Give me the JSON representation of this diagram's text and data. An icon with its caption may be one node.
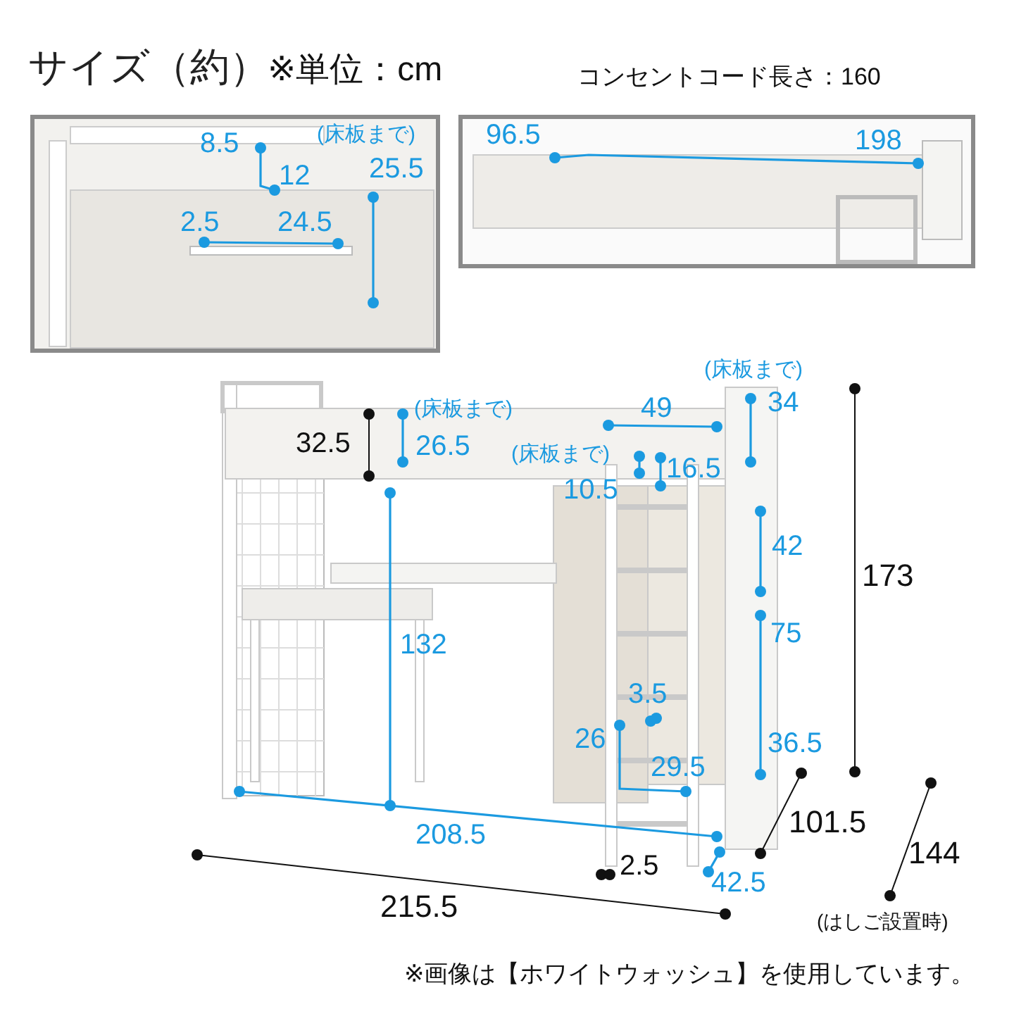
{
  "diagram": {
    "title": "サイズ（約）",
    "caption": "※画像は【ホワイトウォッシュ】を使用しています。",
    "labels": [
      "※単位：cm",
      "コンセントコード長さ：160",
      "8.5",
      "(床板まで)",
      "12",
      "25.5",
      "2.5",
      "24.5",
      "96.5",
      "198",
      "(床板まで)",
      "34",
      "32.5",
      "(床板まで)",
      "26.5",
      "49",
      "(床板まで)",
      "16.5",
      "10.5",
      "42",
      "173",
      "75",
      "132",
      "3.5",
      "26",
      "29.5",
      "36.5",
      "101.5",
      "208.5",
      "144",
      "2.5",
      "42.5",
      "215.5",
      "(はしご設置時)"
    ]
  }
}
